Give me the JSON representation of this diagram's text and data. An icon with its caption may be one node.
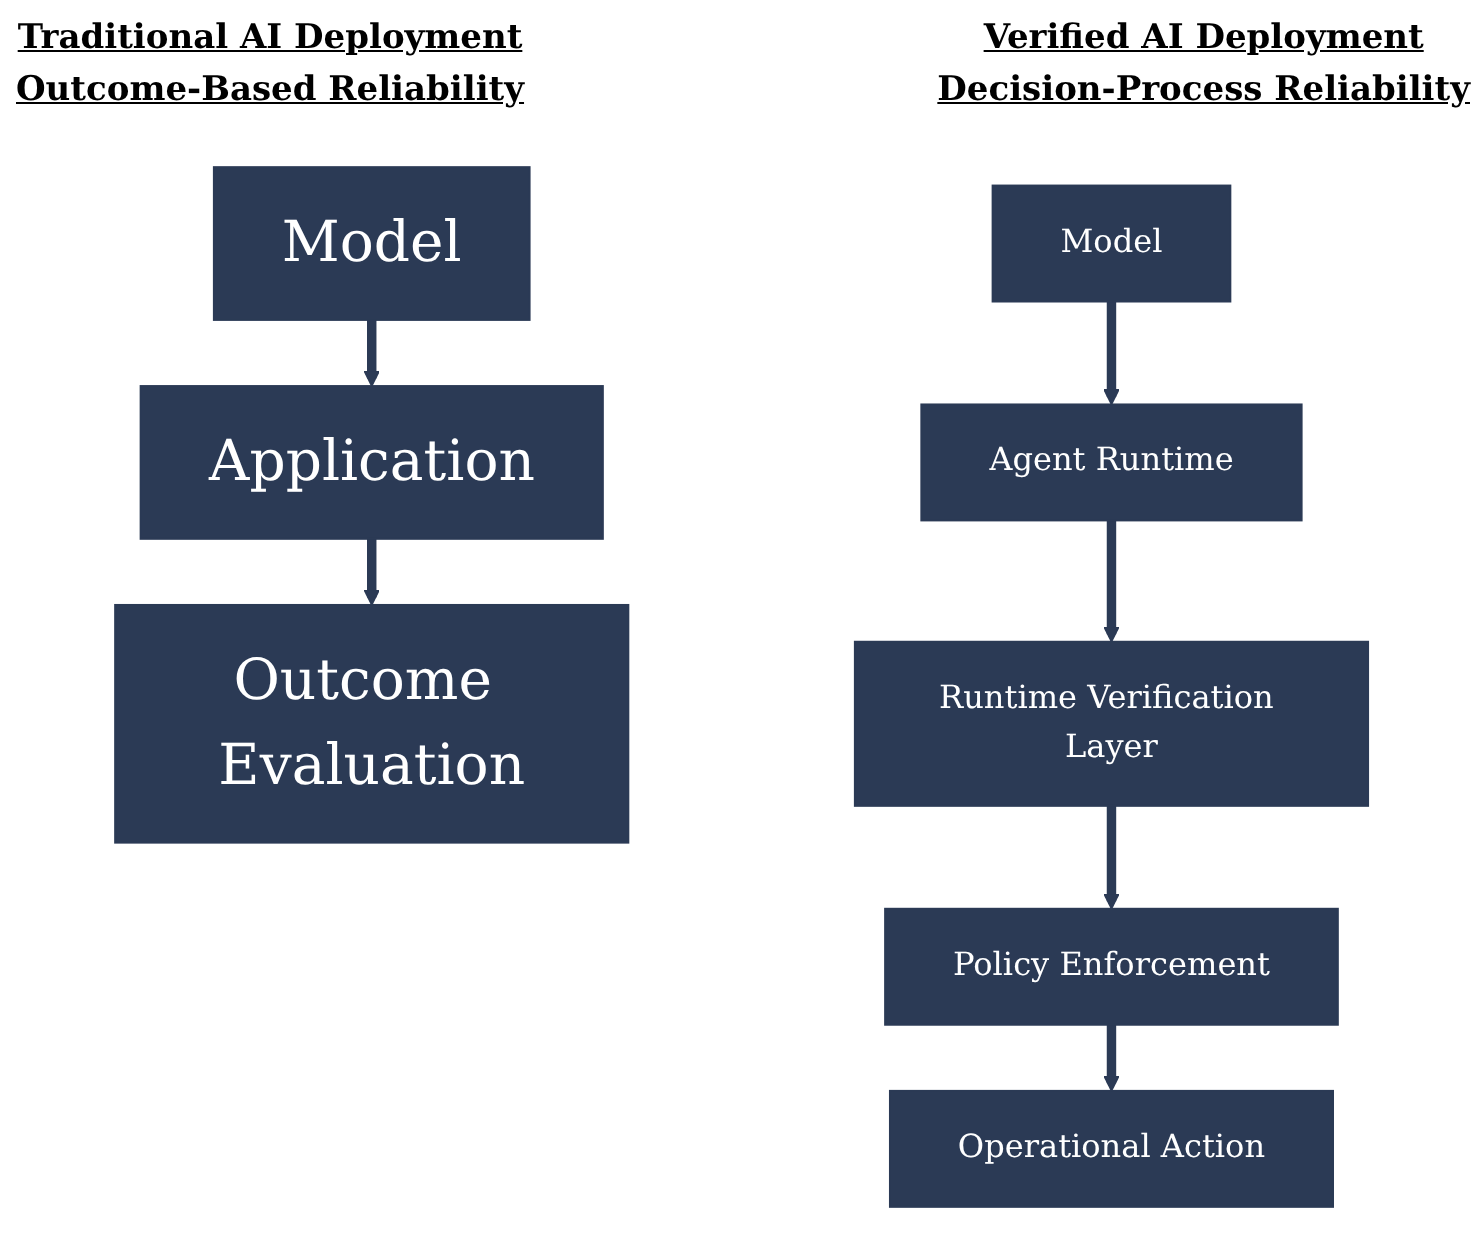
{
  "diagram": {
    "nodes": [
      {
        "text": [
          "Model"
        ]
      },
      {
        "text": [
          "Application"
        ]
      },
      {
        "text": [
          "Outcome Evaluation"
        ]
      },
      {
        "text": [
          "Model"
        ]
      },
      {
        "text": [
          "Agent Runtime"
        ]
      },
      {
        "text": [
          "Runtime Verification Layer"
        ]
      },
      {
        "text": [
          "Policy Enforcement"
        ]
      },
      {
        "text": [
          "Operational Action"
        ]
      }
    ],
    "edges": [
      {
        "from": 0,
        "to": 1,
        "arrow": "to"
      },
      {
        "from": 1,
        "to": 2,
        "arrow": "to"
      },
      {
        "from": 3,
        "to": 4,
        "arrow": "to"
      },
      {
        "from": 4,
        "to": 5,
        "arrow": "to"
      },
      {
        "from": 5,
        "to": 6,
        "arrow": "to"
      },
      {
        "from": 6,
        "to": 7,
        "arrow": "to"
      }
    ],
    "labels": [
      "Traditional AI Deployment",
      "Outcome-Based Reliability",
      "Verified AI Deployment",
      "Decision-Process Reliability"
    ]
  }
}
